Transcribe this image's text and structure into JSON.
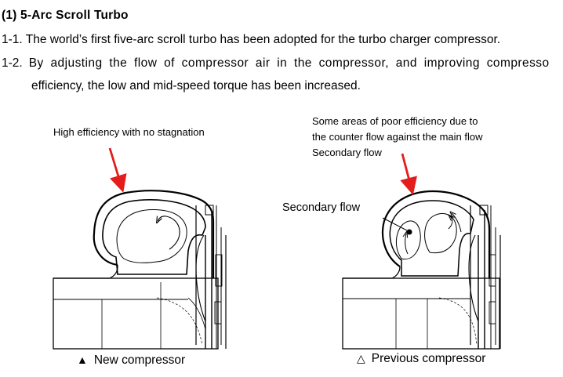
{
  "heading": "(1) 5-Arc Scroll Turbo",
  "item1": {
    "num": "1-1.",
    "text": "The world’s first five-arc scroll turbo has been adopted for the turbo charger compressor."
  },
  "item2": {
    "num": "1-2.",
    "text_line1": "By adjusting the flow of compressor air in the compressor, and improving compresso",
    "text_line2": "efficiency, the low and mid-speed torque has been increased."
  },
  "figure_left": {
    "annotation": "High efficiency with no stagnation",
    "caption_symbol": "▲",
    "caption": "New compressor"
  },
  "figure_right": {
    "annotation_lines": [
      "Some areas of poor efficiency due to",
      "the counter flow against the main flow",
      "Secondary flow"
    ],
    "secondary_label": "Secondary flow",
    "caption_symbol": "△",
    "caption": "Previous compressor"
  },
  "colors": {
    "arrow": "#e41c1c",
    "text": "#000000"
  }
}
